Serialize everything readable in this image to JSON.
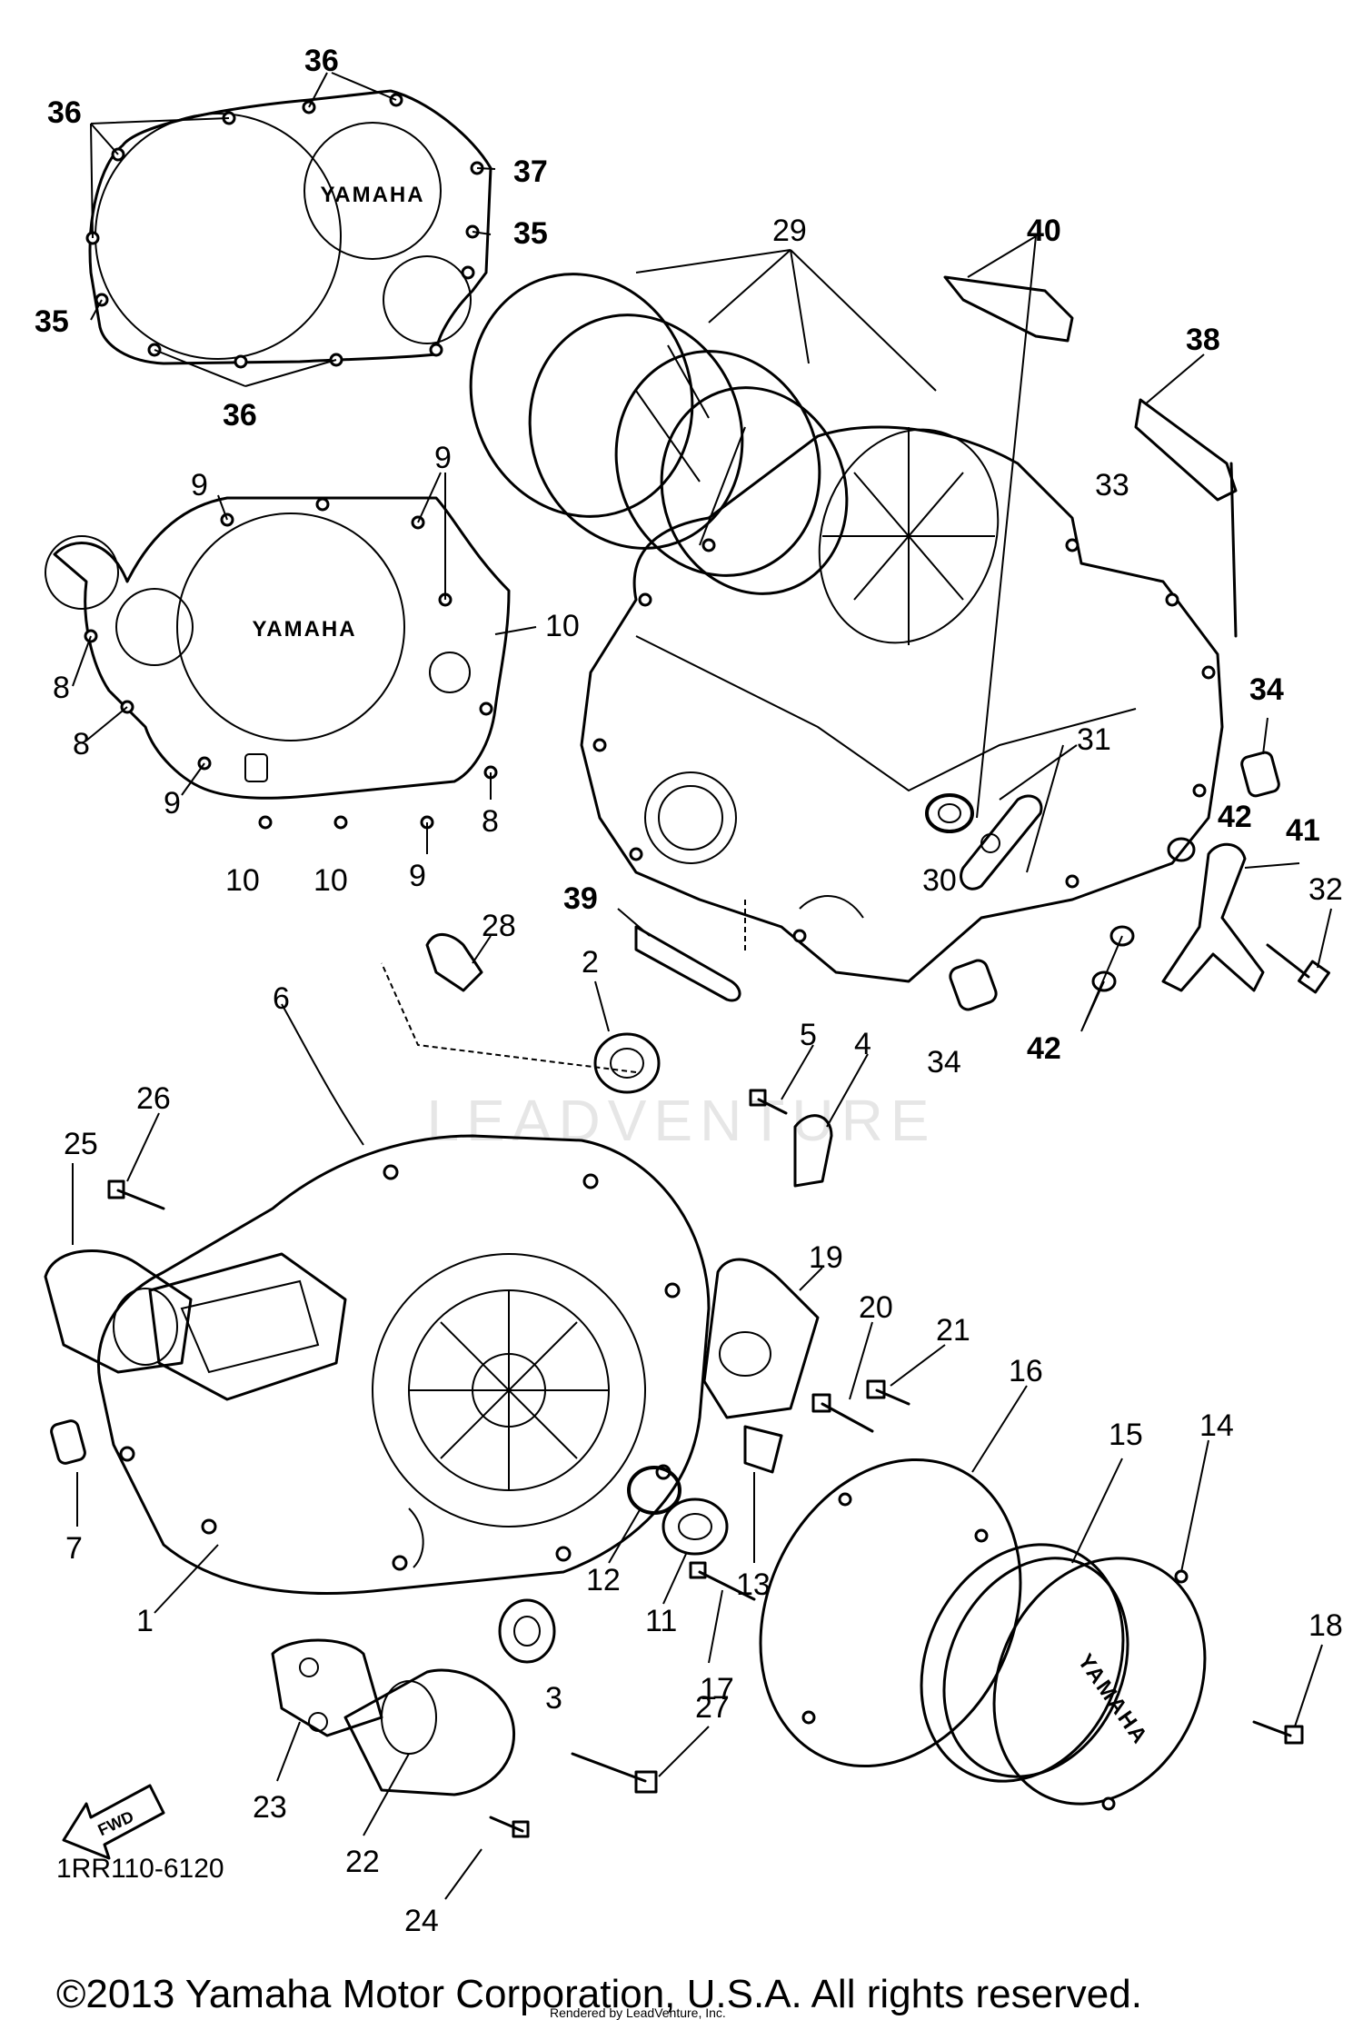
{
  "diagram": {
    "callouts": [
      {
        "id": "1",
        "label": "1"
      },
      {
        "id": "2",
        "label": "2"
      },
      {
        "id": "3",
        "label": "3"
      },
      {
        "id": "4",
        "label": "4"
      },
      {
        "id": "5",
        "label": "5"
      },
      {
        "id": "6",
        "label": "6"
      },
      {
        "id": "7",
        "label": "7"
      },
      {
        "id": "8",
        "label": "8"
      },
      {
        "id": "9",
        "label": "9"
      },
      {
        "id": "10",
        "label": "10"
      },
      {
        "id": "11",
        "label": "11"
      },
      {
        "id": "12",
        "label": "12"
      },
      {
        "id": "13",
        "label": "13"
      },
      {
        "id": "14",
        "label": "14"
      },
      {
        "id": "15",
        "label": "15"
      },
      {
        "id": "16",
        "label": "16"
      },
      {
        "id": "17",
        "label": "17"
      },
      {
        "id": "18",
        "label": "18"
      },
      {
        "id": "19",
        "label": "19"
      },
      {
        "id": "20",
        "label": "20"
      },
      {
        "id": "21",
        "label": "21"
      },
      {
        "id": "22",
        "label": "22"
      },
      {
        "id": "23",
        "label": "23"
      },
      {
        "id": "24",
        "label": "24"
      },
      {
        "id": "25",
        "label": "25"
      },
      {
        "id": "26",
        "label": "26"
      },
      {
        "id": "27",
        "label": "27"
      },
      {
        "id": "28",
        "label": "28"
      },
      {
        "id": "29",
        "label": "29"
      },
      {
        "id": "30",
        "label": "30"
      },
      {
        "id": "31",
        "label": "31"
      },
      {
        "id": "32",
        "label": "32"
      },
      {
        "id": "33",
        "label": "33"
      },
      {
        "id": "34",
        "label": "34"
      },
      {
        "id": "35",
        "label": "35"
      },
      {
        "id": "36",
        "label": "36"
      },
      {
        "id": "37",
        "label": "37"
      },
      {
        "id": "38",
        "label": "38"
      },
      {
        "id": "39",
        "label": "39"
      },
      {
        "id": "40",
        "label": "40"
      },
      {
        "id": "41",
        "label": "41"
      },
      {
        "id": "42",
        "label": "42"
      }
    ],
    "logo_text": "YAMAHA",
    "fwd_arrow_text": "FWD",
    "diagram_code": "1RR110-6120",
    "watermark": "LEADVENTURE"
  },
  "footer": {
    "copyright": "©2013 Yamaha Motor Corporation, U.S.A. All rights reserved.",
    "rendered_by": "Rendered by LeadVenture, Inc."
  },
  "colors": {
    "ink": "#000000",
    "paper": "#ffffff",
    "watermark": "#e6e6e6"
  }
}
